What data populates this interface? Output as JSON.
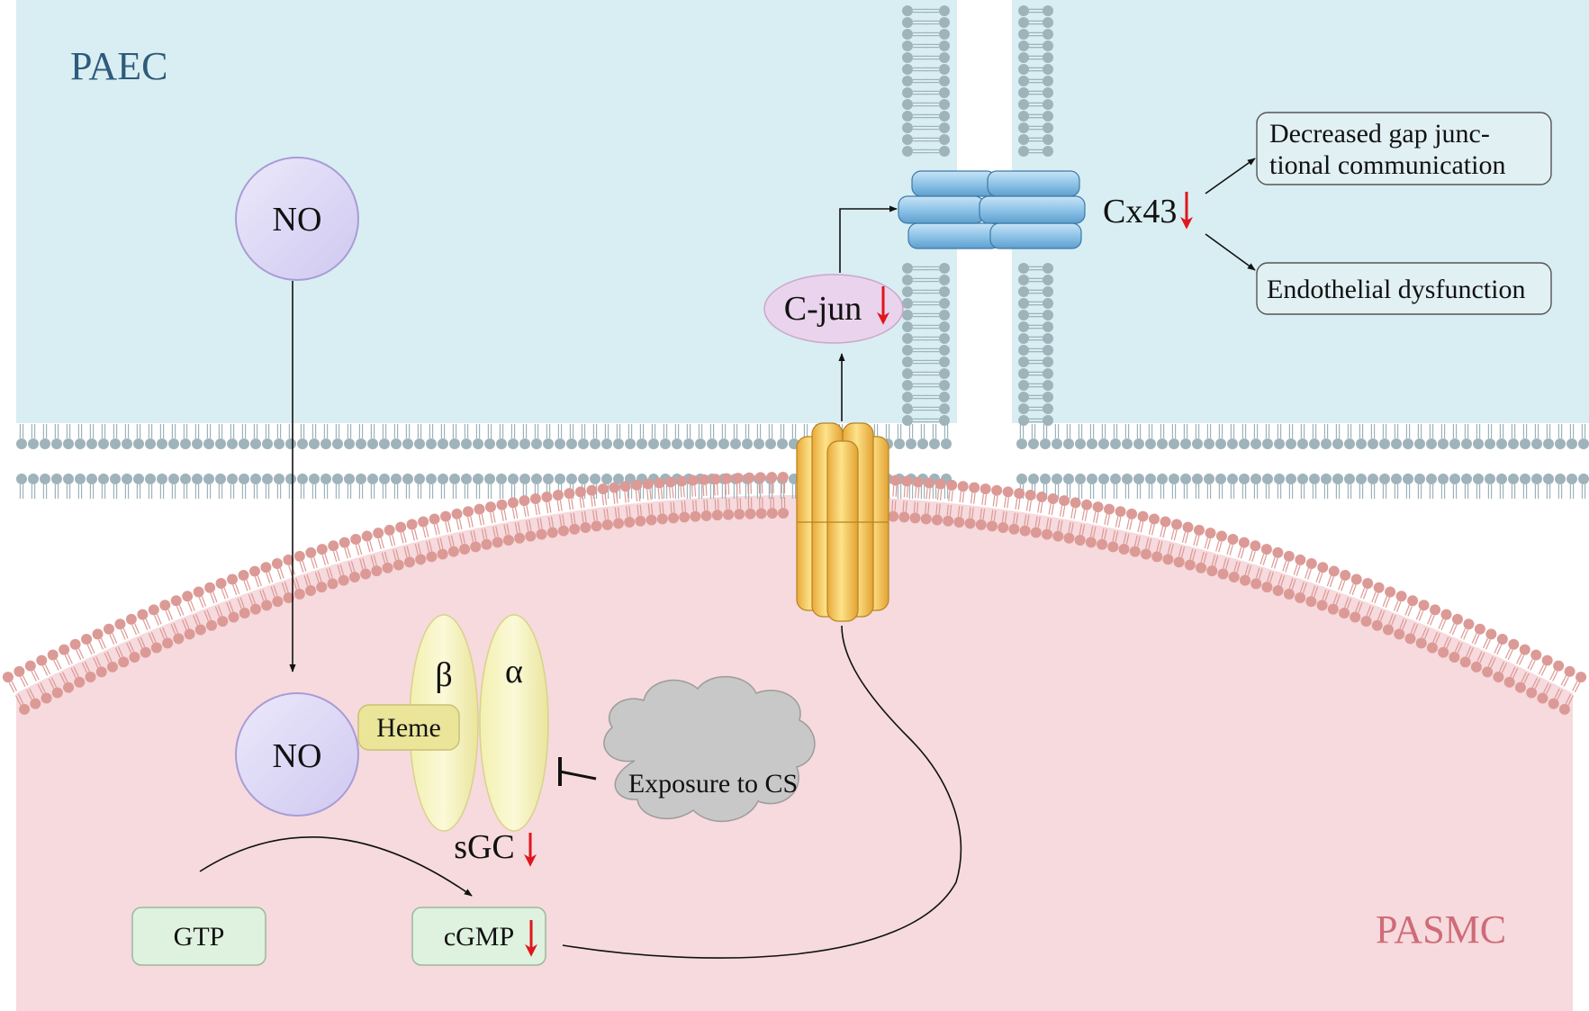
{
  "cells": {
    "upper": "PAEC",
    "lower": "PASMC"
  },
  "molecules": {
    "no_top": "NO",
    "no_bottom": "NO",
    "heme": "Heme",
    "beta": "β",
    "alpha": "α",
    "sgc": "sGC",
    "gtp": "GTP",
    "cgmp": "cGMP",
    "cjun": "C-jun",
    "cx43": "Cx43",
    "cs_cloud": "Exposure to CS"
  },
  "outcomes": {
    "gap_line1": "Decreased gap junc-",
    "gap_line2": "tional communication",
    "endothelial": "Endothelial dysfunction"
  },
  "colors": {
    "paec_bg": "#d9eef2",
    "pasmc_bg": "#f6dadd",
    "paec_label": "#2e5b7b",
    "pasmc_label": "#cf6b78",
    "membrane_blue": "#9fb3bb",
    "membrane_pink": "#dc9a96",
    "down_arrow": "#e0161e",
    "no_fill": "#ddd8f4",
    "no_stroke": "#a89cd6",
    "sgc_fill": "#f6f3bd",
    "heme_fill": "#ebe59a",
    "box_green": "#dff1df",
    "cjun_fill": "#ead3ec",
    "connexin_blue": "#8ec2e6",
    "channel_yellow": "#f6c950",
    "cloud_gray": "#c8c8c8"
  }
}
